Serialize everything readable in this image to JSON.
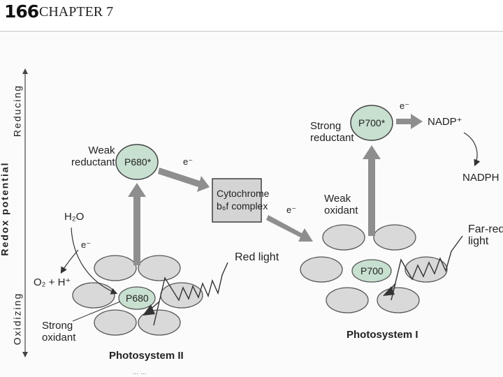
{
  "header": {
    "page_number": "166",
    "chapter": "CHAPTER 7"
  },
  "axis": {
    "title": "Redox potential",
    "top": "Reducing",
    "bottom": "Oxidizing"
  },
  "ps2": {
    "p680_star": "P680*",
    "weak_reductant": [
      "Weak",
      "reductant"
    ],
    "p680": "P680",
    "strong_oxidant": [
      "Strong",
      "oxidant"
    ],
    "h2o": "H₂O",
    "electron_small": "e⁻",
    "o2": "O₂ + H⁺",
    "red_light": "Red light",
    "title": "Photosystem II"
  },
  "cytochrome": {
    "line1": "Cytochrome",
    "line2": "b₆f complex"
  },
  "ps1": {
    "p700_star": "P700*",
    "strong_reductant": [
      "Strong",
      "reductant"
    ],
    "weak_oxidant": [
      "Weak",
      "oxidant"
    ],
    "p700": "P700",
    "far_red": [
      "Far-red",
      "light"
    ],
    "nadp": "NADP⁺",
    "nadph": "NADPH",
    "title": "Photosystem I"
  },
  "electron": "e⁻",
  "footer_text": "... ...",
  "colors": {
    "green_fill": "#c8e0cf",
    "grey_fill": "#d9d9d9",
    "arrow_grey": "#8e8e8e",
    "box_fill": "#d4d4d4"
  }
}
